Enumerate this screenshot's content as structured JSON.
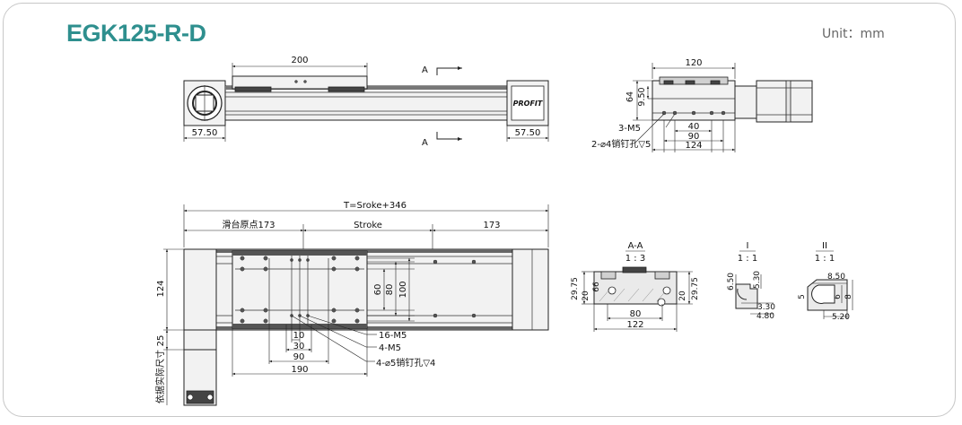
{
  "title": "EGK125-R-D",
  "unit": "Unit：mm",
  "brand": "PROFIT",
  "top_view": {
    "dim_carriage": "200",
    "dim_left": "57.50",
    "dim_right": "57.50",
    "section_a": "A"
  },
  "end_view": {
    "dim_width": "120",
    "dim_height": "64",
    "dim_950": "9.50",
    "dim_40": "40",
    "dim_90": "90",
    "dim_124": "124",
    "note_m5": "3-M5",
    "note_pin": "2-⌀4销钉孔▽5"
  },
  "plan_view": {
    "dim_total": "T=Sroke+346",
    "dim_origin": "滑台原点173",
    "dim_stroke": "Stroke",
    "dim_173": "173",
    "dim_124": "124",
    "dim_25": "25",
    "side_note": "依据实际尺寸",
    "dim_60": "60",
    "dim_80": "80",
    "dim_100": "100",
    "dim_10": "10",
    "dim_30": "30",
    "dim_90": "90",
    "dim_190": "190",
    "note_16m5": "16-M5",
    "note_4m5": "4-M5",
    "note_pin": "4-⌀5销钉孔▽4"
  },
  "section_aa": {
    "label": "A-A",
    "scale": "1 : 3",
    "dim_2975_l": "29.75",
    "dim_20_l": "20",
    "dim_66": "66",
    "dim_20_r": "20",
    "dim_2975_r": "29.75",
    "dim_80": "80",
    "dim_122": "122"
  },
  "detail_i": {
    "label": "I",
    "scale": "1 : 1",
    "dim_650": "6.50",
    "dim_530": "5.30",
    "dim_330": "3.30",
    "dim_480": "4.80"
  },
  "detail_ii": {
    "label": "II",
    "scale": "1 : 1",
    "dim_850": "8.50",
    "dim_5": "5",
    "dim_6": "6",
    "dim_8": "8",
    "dim_520": "5.20"
  }
}
